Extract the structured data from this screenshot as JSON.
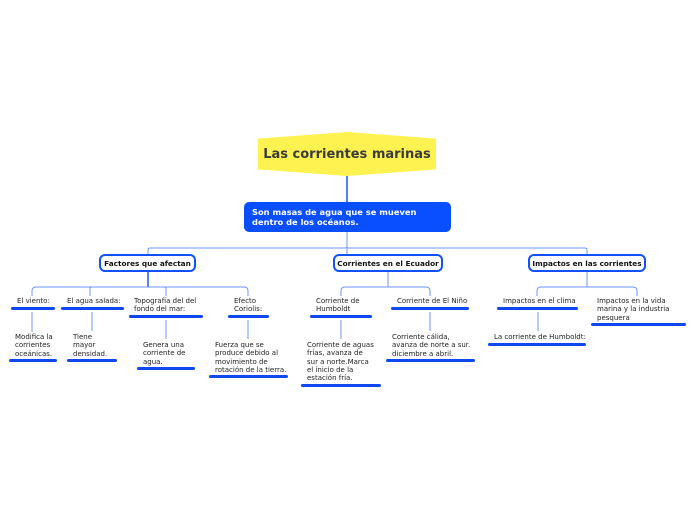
{
  "title": "Las corrientes marinas",
  "description": "Son masas de agua que se mueven dentro de los océanos.",
  "categories": [
    {
      "label": "Factores que afectan",
      "items": [
        {
          "label": "El viento:",
          "detail": "Modifica la corrientes oceánicas."
        },
        {
          "label": "El agua salada:",
          "detail": "Tiene mayor densidad."
        },
        {
          "label": "Topografía del del fondo del mar:",
          "detail": "Genera una corriente de agua."
        },
        {
          "label": "Efecto Coriolis:",
          "detail": "Fuerza que se produce debido al movimiento de rotación de la tierra."
        }
      ]
    },
    {
      "label": "Corrientes en el Ecuador",
      "items": [
        {
          "label": "Corriente de Humboldt",
          "detail": "Corriente de aguas frías, avanza de sur a norte.Marca el inicio de la estación fría."
        },
        {
          "label": "Corriente de El Niño",
          "detail": "Corriente cálida, avanza de norte a sur. diciembre a abril."
        }
      ]
    },
    {
      "label": "Impactos en las corrientes",
      "items": [
        {
          "label": "Impactos en el clima",
          "detail": "La corriente de Humboldt:"
        },
        {
          "label": "Impactos en la vida marina y la industria pesquera"
        }
      ]
    }
  ],
  "colors": {
    "root": "#fdf24f",
    "accent": "#0a4fff",
    "lines": "#8fb0ff"
  }
}
